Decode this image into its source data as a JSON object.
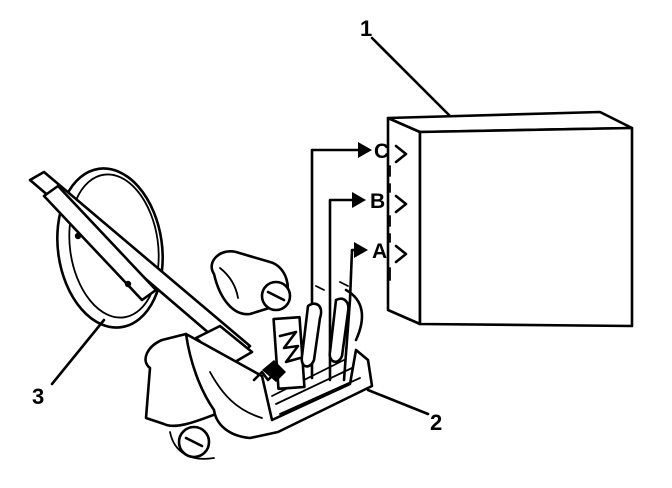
{
  "callouts": {
    "c1": "1",
    "c2": "2",
    "c3": "3"
  },
  "pins": {
    "a": "A",
    "b": "B",
    "c": "C"
  },
  "colors": {
    "ink": "#000000",
    "paper": "#ffffff"
  }
}
